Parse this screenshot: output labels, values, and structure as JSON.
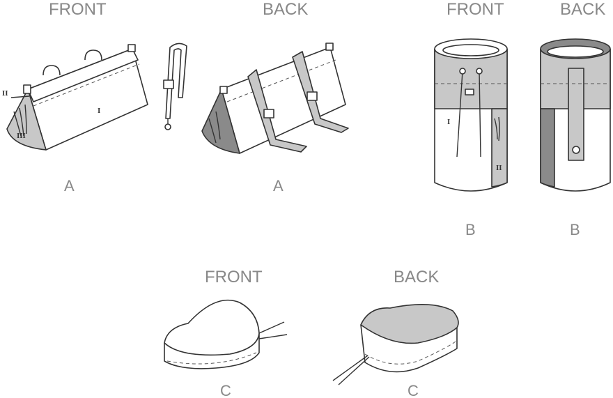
{
  "views": {
    "a_front": {
      "heading": "FRONT",
      "letter": "A",
      "pieces": [
        "I",
        "II",
        "III"
      ]
    },
    "a_back": {
      "heading": "BACK",
      "letter": "A"
    },
    "b_front": {
      "heading": "FRONT",
      "letter": "B",
      "pieces": [
        "I",
        "II"
      ]
    },
    "b_back": {
      "heading": "BACK",
      "letter": "B"
    },
    "c_front": {
      "heading": "FRONT",
      "letter": "C"
    },
    "c_back": {
      "heading": "BACK",
      "letter": "C"
    }
  },
  "colors": {
    "light_fill": "#c8c8c8",
    "dark_fill": "#8a8a8a",
    "label": "#888888"
  }
}
